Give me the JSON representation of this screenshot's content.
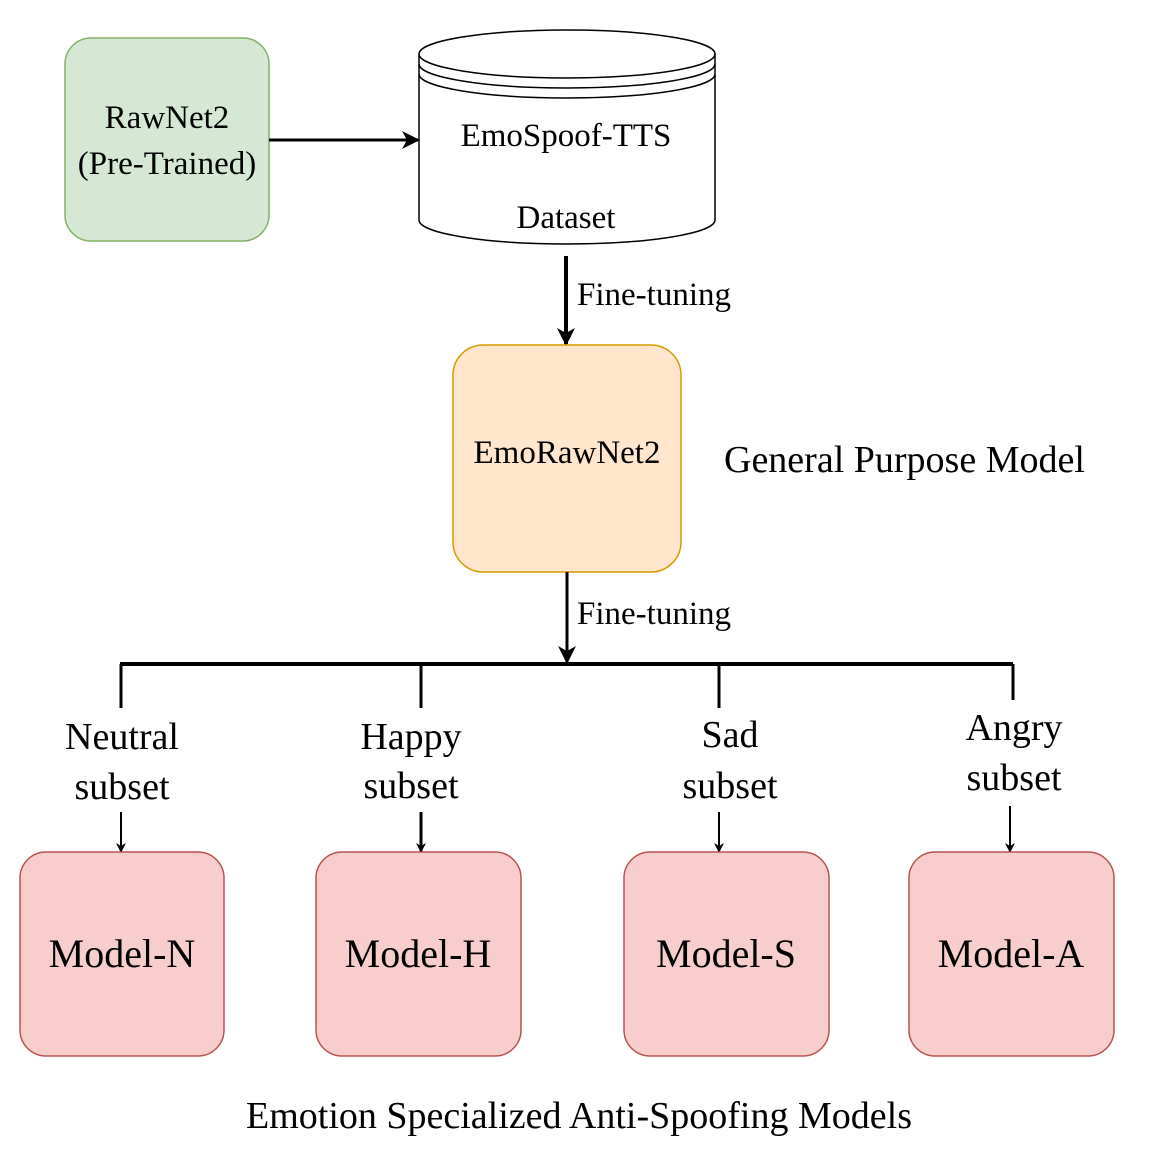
{
  "nodes": {
    "rawnet2": {
      "line1": "RawNet2",
      "line2": "(Pre-Trained)"
    },
    "dataset": {
      "line1": "EmoSpoof-TTS",
      "line2": "Dataset"
    },
    "emorawnet2": {
      "label": "EmoRawNet2"
    },
    "model_n": {
      "label": "Model-N"
    },
    "model_h": {
      "label": "Model-H"
    },
    "model_s": {
      "label": "Model-S"
    },
    "model_a": {
      "label": "Model-A"
    }
  },
  "edges": {
    "finetune_1": "Fine-tuning",
    "finetune_2": "Fine-tuning"
  },
  "subsets": {
    "neutral": {
      "line1": "Neutral",
      "line2": "subset"
    },
    "happy": {
      "line1": "Happy",
      "line2": "subset"
    },
    "sad": {
      "line1": "Sad",
      "line2": "subset"
    },
    "angry": {
      "line1": "Angry",
      "line2": "subset"
    }
  },
  "annotations": {
    "general_purpose": "General Purpose Model",
    "specialized_caption": "Emotion Specialized Anti-Spoofing Models"
  },
  "colors": {
    "green_fill": "#d5e8d4",
    "green_stroke": "#82b366",
    "orange_fill": "#ffe6cc",
    "orange_stroke": "#d79b00",
    "red_fill": "#f8cecc",
    "red_stroke": "#b85450",
    "line": "#000000"
  }
}
